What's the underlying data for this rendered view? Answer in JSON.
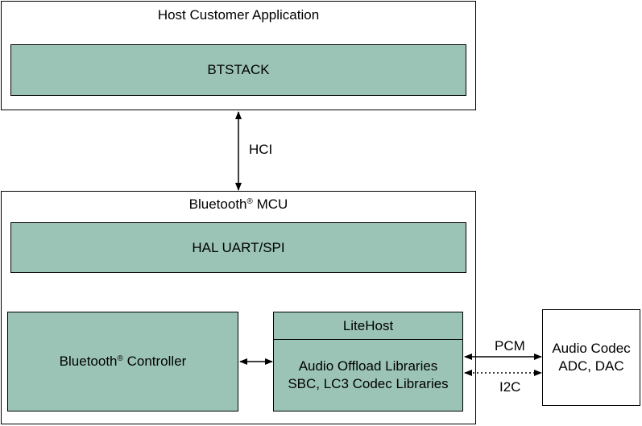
{
  "host": {
    "title": "Host Customer Application",
    "btstack": "BTSTACK"
  },
  "hci_label": "HCI",
  "mcu": {
    "title_prefix": "Bluetooth",
    "title_sup": "®",
    "title_suffix": " MCU",
    "hal": "HAL UART/SPI",
    "controller_prefix": "Bluetooth",
    "controller_sup": "®",
    "controller_suffix": " Controller",
    "litehost": "LiteHost",
    "offload_line1": "Audio Offload Libraries",
    "offload_line2": "SBC, LC3 Codec Libraries"
  },
  "pcm_label": "PCM",
  "i2c_label": "I2C",
  "codec": {
    "line1": "Audio Codec",
    "line2": "ADC, DAC"
  },
  "colors": {
    "block_fill": "#9bc4b7",
    "line": "#000000"
  }
}
